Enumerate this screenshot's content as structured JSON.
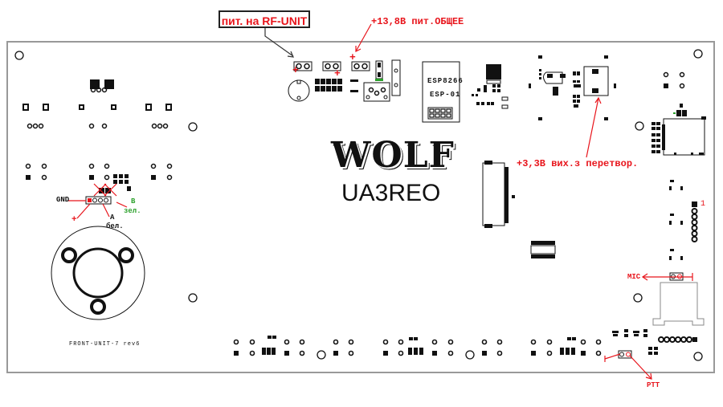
{
  "board": {
    "name": "FRONT-UNIT-7 rev6",
    "logo_text": "WOLF",
    "callsign": "UA3REO",
    "module_label_1": "ESP8266",
    "module_label_2": "ESP-01"
  },
  "annotations": {
    "rf_unit_power": "пит. на RF-UNIT",
    "main_power": "+13,8В пит.ОБЩЕЕ",
    "converter_output": "+3,3В вих.з перетвор.",
    "gnd": "GND",
    "plus": "+",
    "enc_b": "В",
    "enc_b_color": "зел.",
    "enc_a": "А",
    "enc_a_color": "бел.",
    "mic": "MIC",
    "ptt": "PTT",
    "pin_one": "1",
    "plus_marks": [
      "+",
      "+",
      "+",
      "+"
    ]
  },
  "colors": {
    "annotation_red": "#e8141b",
    "annotation_green": "#2aa02a",
    "board_outline": "#888888",
    "copper": "#111111"
  }
}
